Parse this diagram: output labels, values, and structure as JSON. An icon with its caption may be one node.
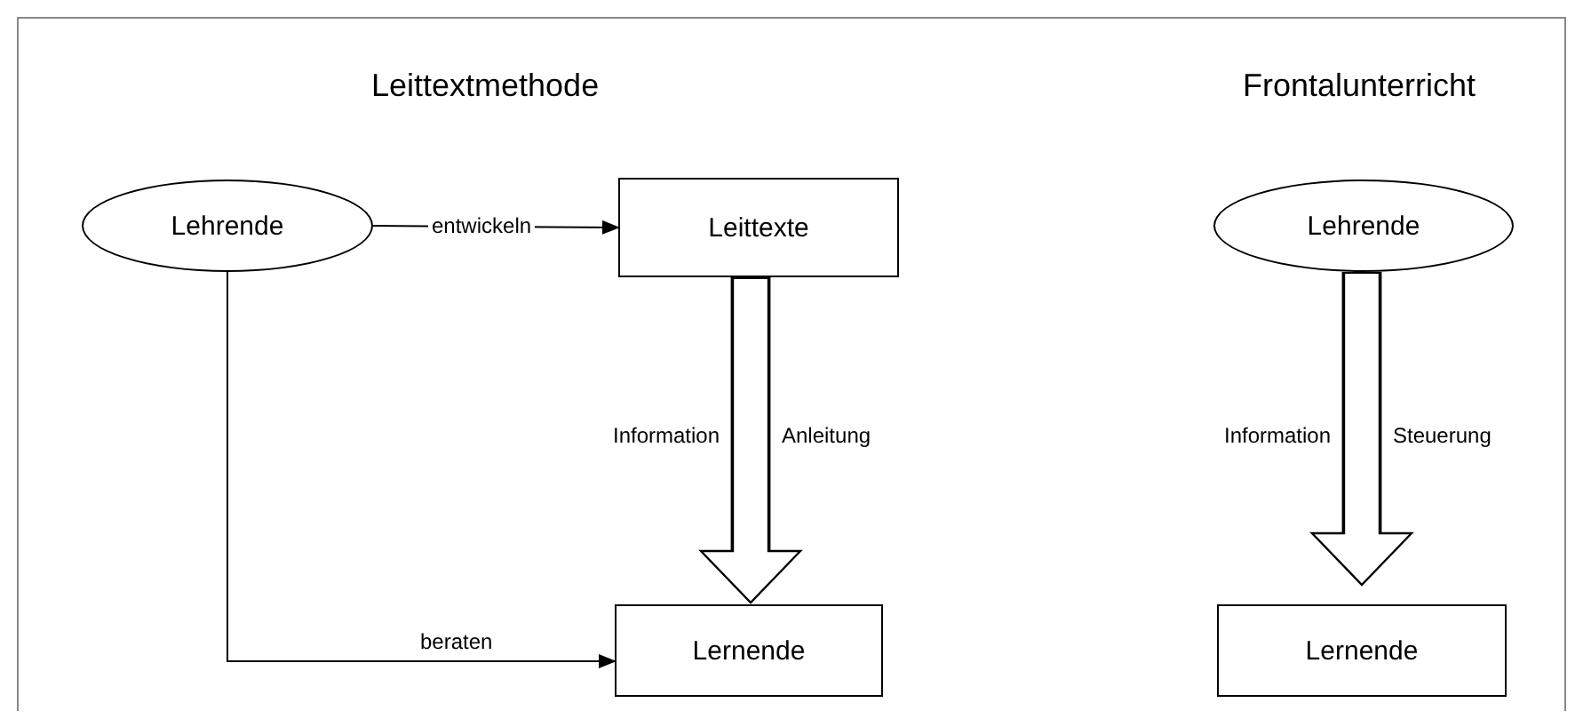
{
  "diagram": {
    "nodes": [
      {
        "text": [
          "Lehrende"
        ]
      },
      {
        "text": [
          "Leittexte"
        ]
      },
      {
        "text": [
          "Lernende"
        ]
      },
      {
        "text": [
          "Lehrende"
        ]
      },
      {
        "text": [
          "Lernende"
        ]
      }
    ],
    "edges": [
      {
        "from": 0,
        "to": 1,
        "arrow": "to",
        "label": "entwickeln"
      },
      {
        "from": 1,
        "to": 2,
        "arrow": "to",
        "style": "thick"
      },
      {
        "from": 0,
        "to": 2,
        "arrow": "to",
        "label": "beraten"
      },
      {
        "from": 3,
        "to": 4,
        "arrow": "to",
        "style": "thick"
      }
    ],
    "labels": [
      "Leittextmethode",
      "Frontalunterricht",
      "Information",
      "Anleitung",
      "Information",
      "Steuerung"
    ]
  }
}
